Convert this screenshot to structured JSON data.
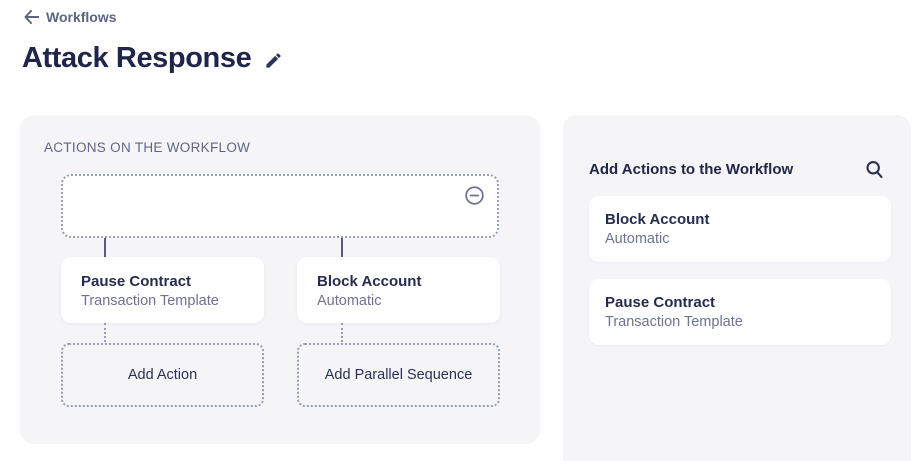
{
  "header": {
    "back_label": "Workflows",
    "title": "Attack Response"
  },
  "canvas": {
    "label": "ACTIONS ON THE WORKFLOW",
    "nodes": [
      {
        "title": "Pause Contract",
        "subtitle": "Transaction Template"
      },
      {
        "title": "Block Account",
        "subtitle": "Automatic"
      }
    ],
    "add_buttons": [
      {
        "label": "Add Action"
      },
      {
        "label": "Add Parallel Sequence"
      }
    ]
  },
  "library": {
    "title": "Add Actions to the Workflow",
    "items": [
      {
        "title": "Block Account",
        "subtitle": "Automatic"
      },
      {
        "title": "Pause Contract",
        "subtitle": "Transaction Template"
      }
    ]
  },
  "colors": {
    "navy_text": "#20264a",
    "slate_label": "#5f6587",
    "muted_subtitle": "#6d7390",
    "dotted_border": "#979db7",
    "panel_background": "#f5f5f8",
    "card_background": "#ffffff"
  }
}
